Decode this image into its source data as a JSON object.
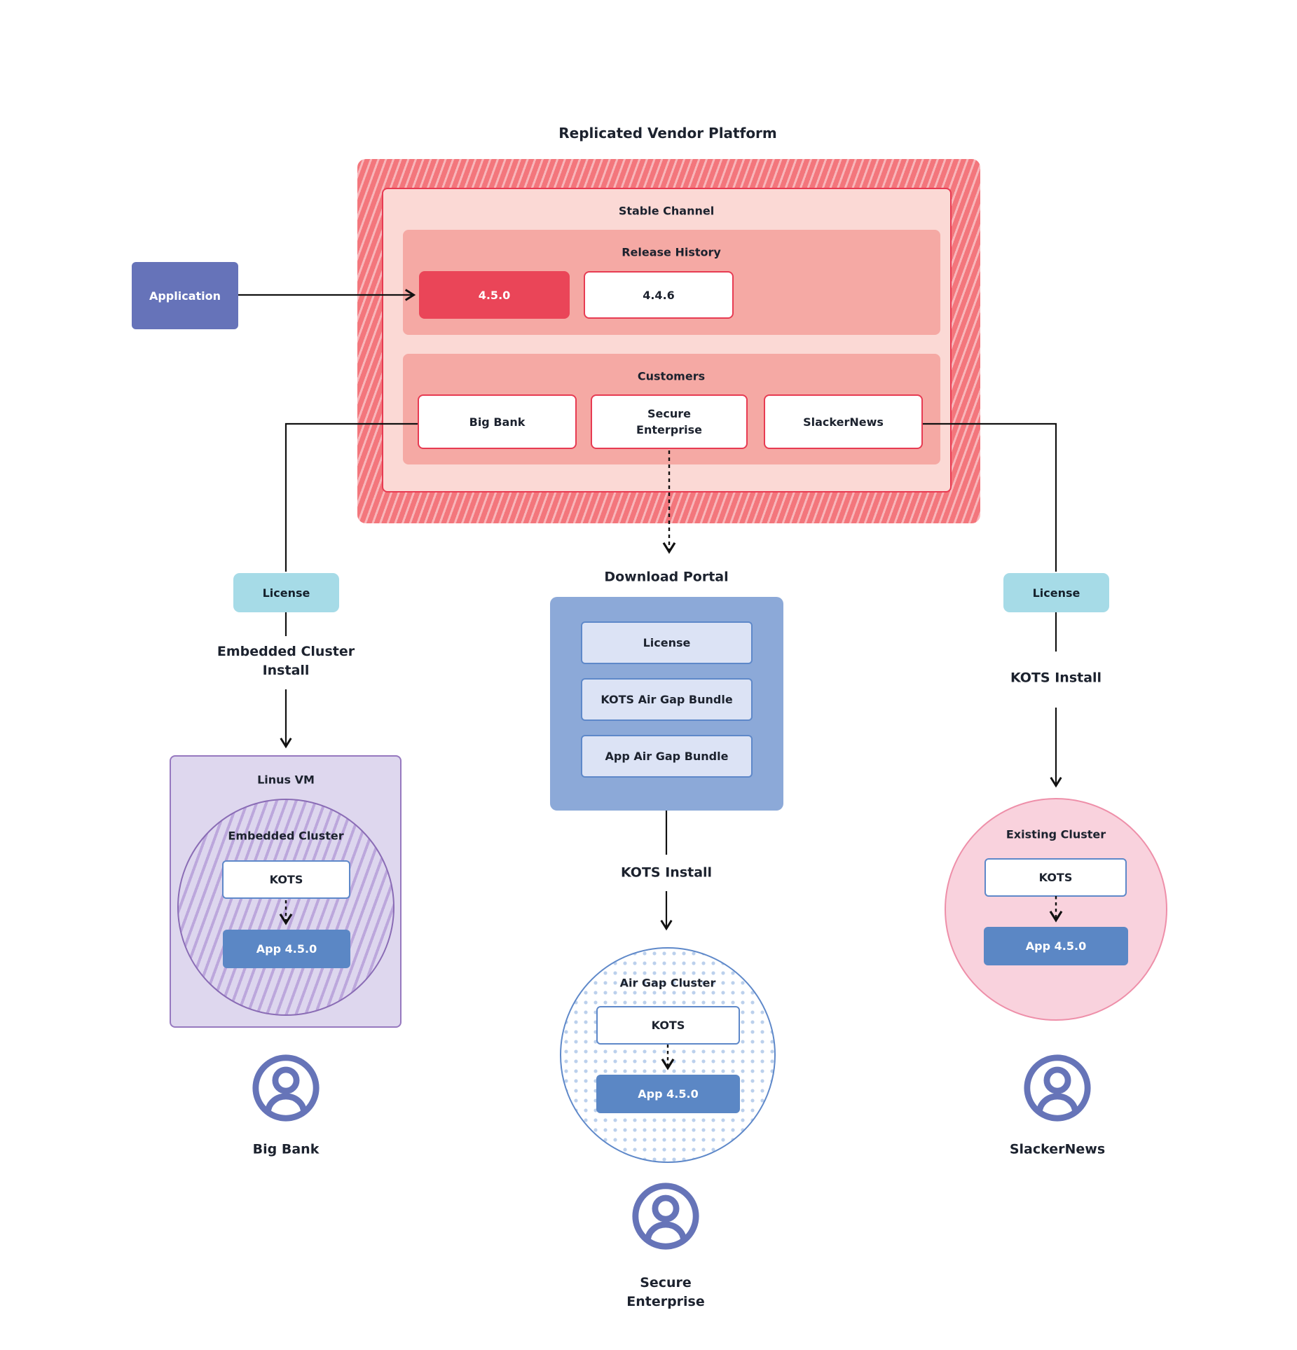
{
  "title": "Replicated Vendor Platform",
  "application": {
    "label": "Application"
  },
  "platform": {
    "stable_channel_label": "Stable Channel",
    "release_history": {
      "label": "Release History",
      "current_release": "4.5.0",
      "previous_release": "4.4.6"
    },
    "customers": {
      "label": "Customers",
      "big_bank": "Big Bank",
      "secure_enterprise": "Secure Enterprise",
      "slackernews": "SlackerNews"
    }
  },
  "left_flow": {
    "license_label": "License",
    "install_label": "Embedded Cluster Install",
    "vm_label": "Linus VM",
    "cluster_label": "Embedded Cluster",
    "kots_label": "KOTS",
    "app_label": "App 4.5.0",
    "user_label": "Big Bank"
  },
  "middle_flow": {
    "portal_label": "Download Portal",
    "portal_items": [
      "License",
      "KOTS Air Gap Bundle",
      "App Air Gap Bundle"
    ],
    "install_label": "KOTS Install",
    "cluster_label": "Air Gap Cluster",
    "kots_label": "KOTS",
    "app_label": "App 4.5.0",
    "user_label": "Secure Enterprise"
  },
  "right_flow": {
    "license_label": "License",
    "install_label": "KOTS Install",
    "cluster_label": "Existing Cluster",
    "kots_label": "KOTS",
    "app_label": "App 4.5.0",
    "user_label": "SlackerNews"
  },
  "colors": {
    "release_red": "#EA4558",
    "hatch_dark": "#F3767C",
    "hatch_light": "#F8B6BA",
    "pink_light": "#FBD9D5",
    "pink_mid": "#F5A9A4",
    "red_border": "#E73B52",
    "indigo": "#6673B9",
    "cyan": "#A6DBE7",
    "portal_blue": "#8CA9D8",
    "portal_item_bg": "#DCE3F5",
    "blue_border": "#5E88C9",
    "app_blue": "#5B87C5",
    "purple_fill": "#DED7EE",
    "purple_border": "#9678BF",
    "pink_circle_fill": "#F9D2DD",
    "pink_circle_border": "#EE8FA9",
    "user_icon": "#6674B8",
    "wire": "#111111"
  }
}
